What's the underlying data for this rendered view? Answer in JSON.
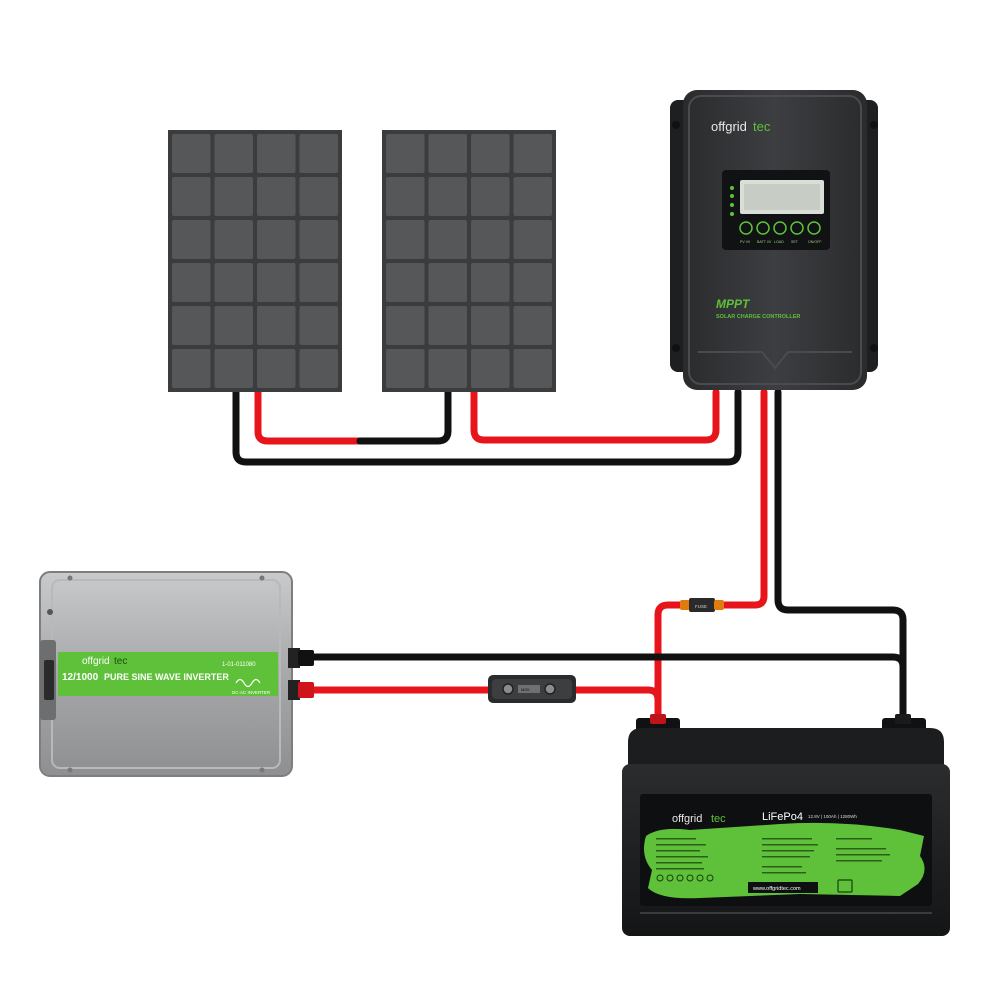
{
  "controller": {
    "brand_main": "offgrid",
    "brand_accent": "tec",
    "lcd_buttons": [
      "PV I/V",
      "BATT I/V",
      "LOAD",
      "SET",
      "ON/OFF"
    ],
    "title": "MPPT",
    "subtitle": "SOLAR CHARGE CONTROLLER"
  },
  "inverter": {
    "brand_main": "offgrid",
    "brand_accent": "tec",
    "model": "12/1000",
    "label": "PURE SINE WAVE INVERTER",
    "part_number": "1-01-011080",
    "sublabel": "DC-AC INVERTER"
  },
  "battery": {
    "brand_main": "offgrid",
    "brand_accent": "tec",
    "chemistry": "LiFePo4",
    "specs": "12.8V | 100Ah | 1280Wh",
    "website": "www.offgridtec.com"
  },
  "fuse_small": {
    "label": "FUSE"
  },
  "fuse_inline": {
    "label": "MIDI"
  },
  "colors": {
    "positive_cable": "#e8141b",
    "negative_cable": "#111111",
    "accent_green": "#5fc13a",
    "panel_cell": "#555759",
    "panel_frame": "#3b3c3e"
  }
}
